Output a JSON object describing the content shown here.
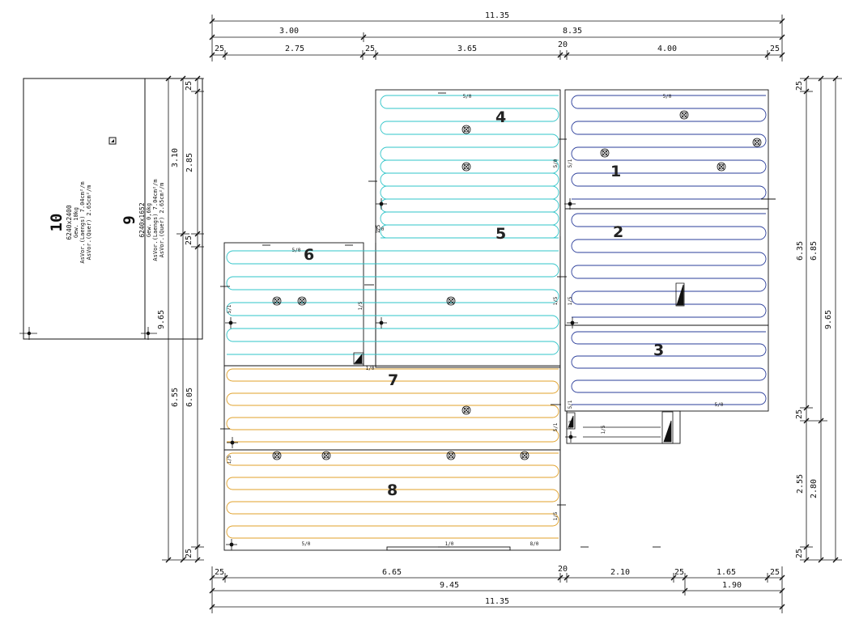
{
  "colors": {
    "cyan": "#2fc4c8",
    "blue": "#2a3d9a",
    "orange": "#e0a12a",
    "line": "#111111"
  },
  "dims": {
    "top": {
      "overall": "11.35",
      "row2": [
        "3.00",
        "8.35"
      ],
      "row3": [
        "25",
        "2.75",
        "25",
        "3.65",
        "20",
        "4.00",
        "25"
      ]
    },
    "bottom": {
      "overall": "11.35",
      "row2": [
        "9.45",
        "1.90"
      ],
      "row1": [
        "25",
        "6.65",
        "20",
        "2.10",
        "25",
        "1.65",
        "25"
      ]
    },
    "left": [
      "25",
      "2.85",
      "25",
      "3.10",
      "9.65",
      "6.05",
      "6.55",
      "25"
    ],
    "right": [
      "25",
      "6.35",
      "6.85",
      "25",
      "2.55",
      "2.80",
      "25",
      "9.65"
    ]
  },
  "zones": [
    "1",
    "2",
    "3",
    "4",
    "5",
    "6",
    "7",
    "8"
  ],
  "zone_tags": [
    "5/0",
    "5/0",
    "5/0",
    "5/0",
    "5/0",
    "1/0",
    "1/0",
    "1/0",
    "8/0"
  ],
  "vert_tags": [
    "5/0",
    "1/5",
    "1/5",
    "1/5",
    "5/1",
    "5/1",
    "5/1",
    "1/5",
    "5/1",
    "5/0",
    "1/5",
    "1/5",
    "1/5"
  ],
  "panel10": {
    "number": "10",
    "line1": "6240x2400",
    "line2": "Gew. 10kg",
    "line3": "AsVor.(Laengs) 7.04cm²/m",
    "line4": "AsVor.(Quer) 2.65cm²/m"
  },
  "panel9": {
    "number": "9",
    "line1": "6240x1652",
    "line2": "Gew. 0,6kg",
    "line3": "AsVor.(Laengs) 7.04cm²/m",
    "line4": "AsVor.(Quer) 2.65cm²/m"
  }
}
